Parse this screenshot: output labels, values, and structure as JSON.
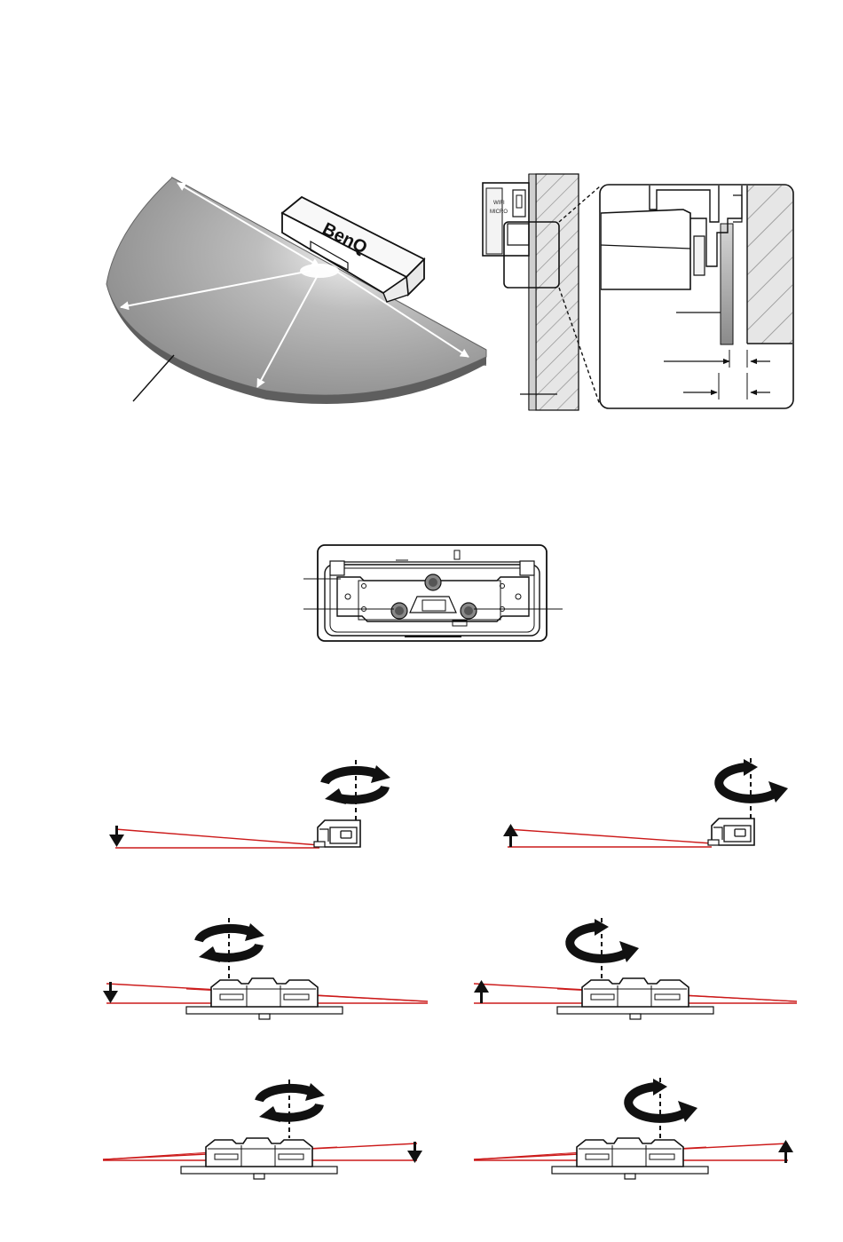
{
  "device": {
    "brand_logo": "BenQ",
    "port_label_1": "WIFI",
    "port_label_2": "MICRO"
  },
  "colors": {
    "laser_line": "#cc1a1a",
    "surface_gray": "#8c8c8c",
    "wall_hatch": "#9a9a9a",
    "outline": "#111111"
  },
  "icons": [
    "rotate-counterclockwise-icon",
    "rotate-clockwise-icon",
    "arrow-down-icon",
    "arrow-up-icon"
  ]
}
